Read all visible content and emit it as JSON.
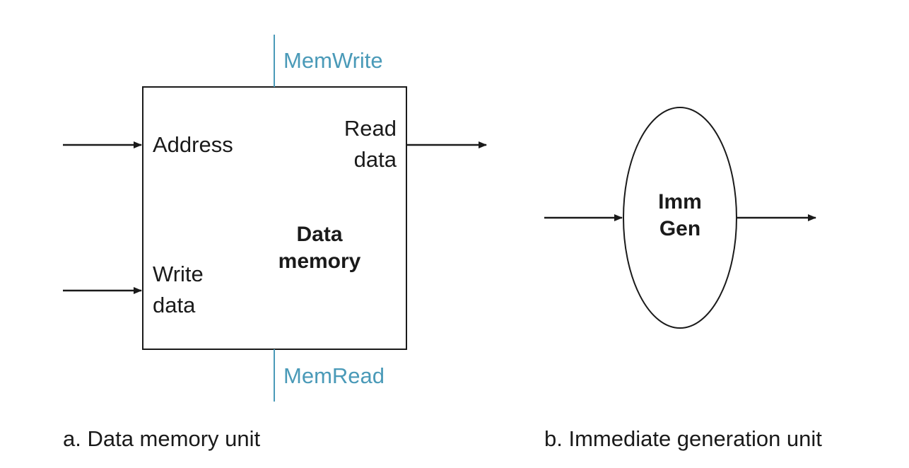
{
  "colors": {
    "control": "#4a9ab8",
    "line": "#1a1a1a",
    "background": "#ffffff"
  },
  "data_memory": {
    "control_top": "MemWrite",
    "control_bottom": "MemRead",
    "input_address": "Address",
    "input_write_1": "Write",
    "input_write_2": "data",
    "output_read_1": "Read",
    "output_read_2": "data",
    "title_1": "Data",
    "title_2": "memory",
    "caption": "a. Data memory unit"
  },
  "imm_gen": {
    "title_1": "Imm",
    "title_2": "Gen",
    "caption": "b. Immediate generation unit"
  }
}
